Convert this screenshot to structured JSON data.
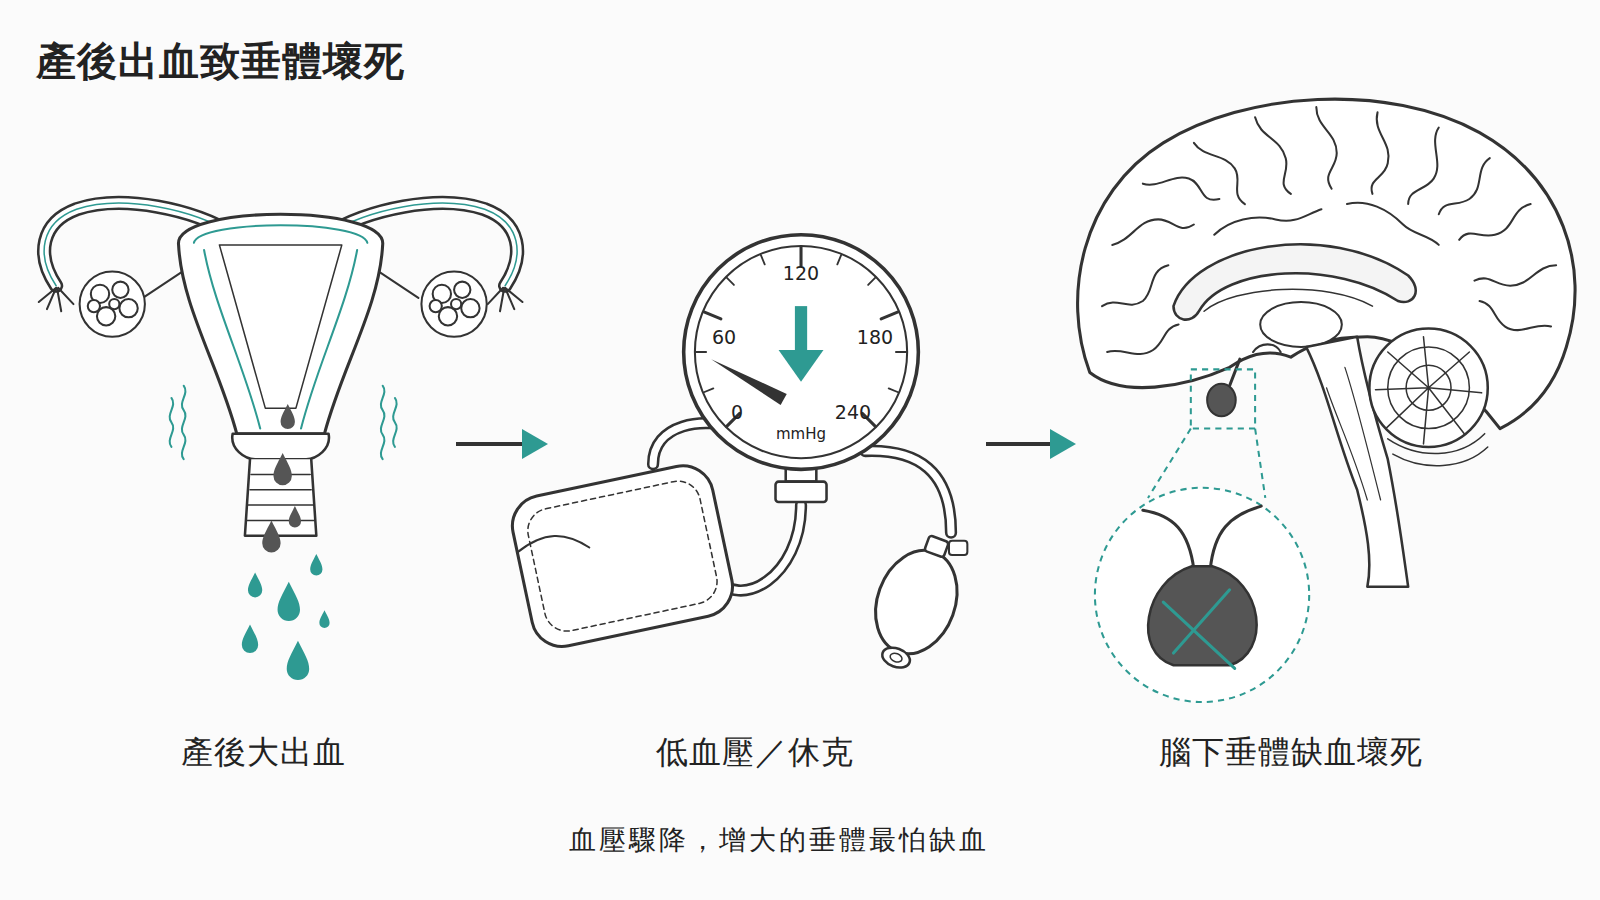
{
  "diagram": {
    "title": "產後出血致垂體壞死",
    "caption": "血壓驟降，增大的垂體最怕缺血",
    "nodes": [
      {
        "text": [
          "產後大出血"
        ]
      },
      {
        "text": [
          "低血壓／休克"
        ]
      },
      {
        "text": [
          "腦下垂體缺血壞死"
        ]
      }
    ],
    "edges": [
      {
        "from": 0,
        "to": 1,
        "arrow": "to"
      },
      {
        "from": 1,
        "to": 2,
        "arrow": "to"
      }
    ],
    "labels": [
      "120",
      "60",
      "180",
      "0",
      "240",
      "mmHg"
    ]
  }
}
